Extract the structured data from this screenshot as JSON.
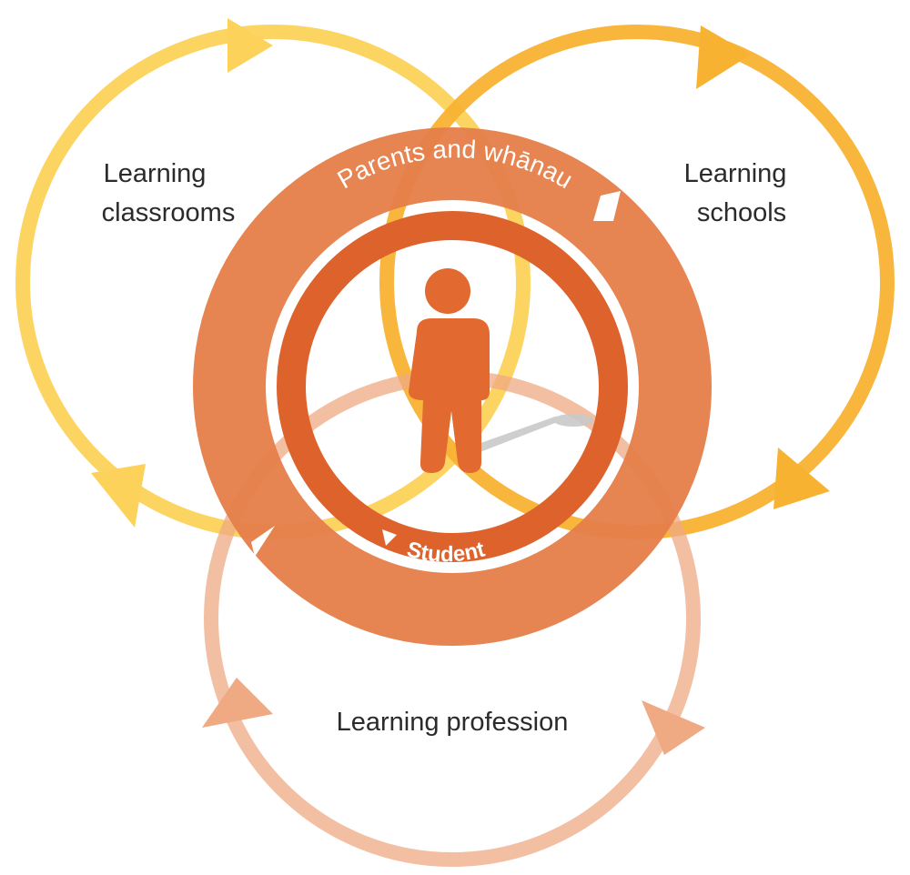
{
  "labels": {
    "classrooms_line1": "Learning",
    "classrooms_line2": "classrooms",
    "schools_line1": "Learning",
    "schools_line2": "schools",
    "profession": "Learning profession",
    "outer_ring": "Parents and whānau",
    "inner_ring": "Student"
  },
  "icons": {
    "center": "student-figure-icon"
  },
  "colors": {
    "classrooms_loop": "#fcd25a",
    "schools_loop": "#f8b231",
    "profession_loop": "#efa983",
    "outer_ring": "#e57f4b",
    "inner_ring": "#dd622c",
    "figure": "#e2692f",
    "shadow": "#c9c9c9",
    "text": "#2b2b2b"
  }
}
